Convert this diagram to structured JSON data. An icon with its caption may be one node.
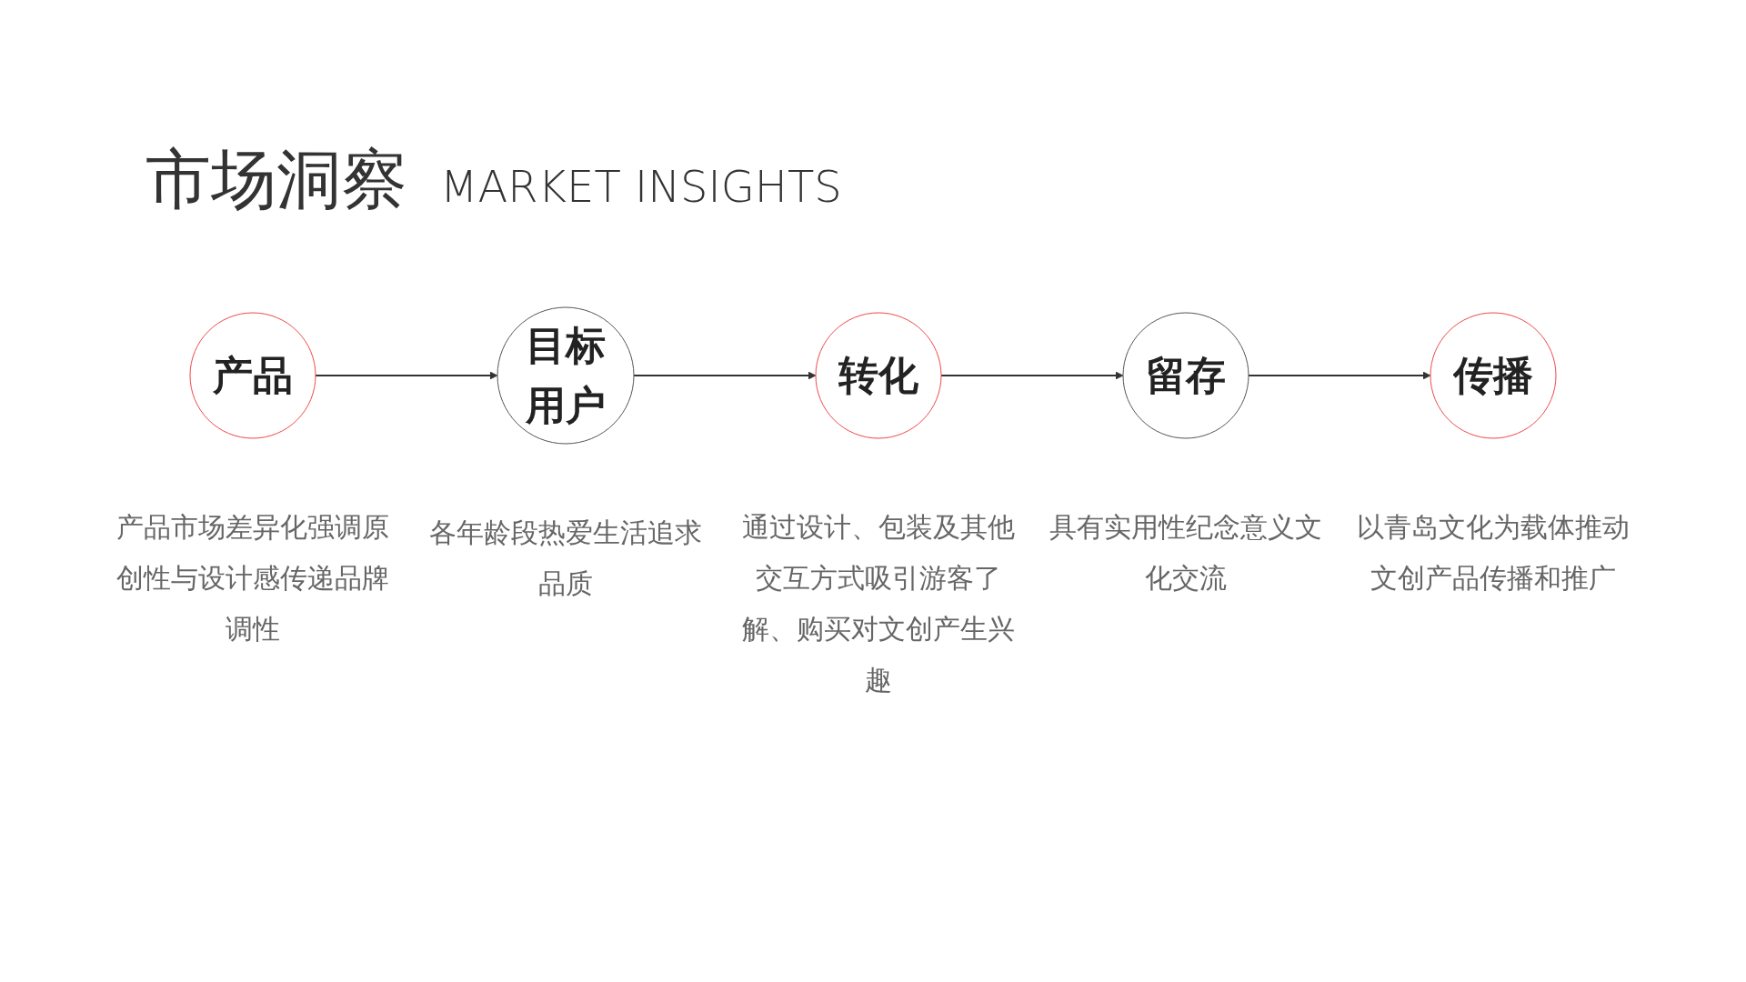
{
  "diagram": {
    "title": "市场洞察",
    "nodes": [
      {
        "text": [
          "产品"
        ],
        "beside": [
          "产品市场差异化强调原创性与设计感传递品牌调性"
        ]
      },
      {
        "text": [
          "目标用户"
        ],
        "beside": [
          "各年龄段热爱生活追求品质"
        ]
      },
      {
        "text": [
          "转化"
        ],
        "beside": [
          "通过设计、包装及其他交互方式吸引游客了解、购买对文创产生兴趣"
        ]
      },
      {
        "text": [
          "留存"
        ],
        "beside": [
          "具有实用性纪念意义文化交流"
        ]
      },
      {
        "text": [
          "传播"
        ],
        "beside": [
          "以青岛文化为载体推动文创产品传播和推广"
        ]
      }
    ],
    "edges": [
      {
        "from": 0,
        "to": 1,
        "arrow": "to"
      },
      {
        "from": 1,
        "to": 2,
        "arrow": "to"
      },
      {
        "from": 2,
        "to": 3,
        "arrow": "to"
      },
      {
        "from": 3,
        "to": 4,
        "arrow": "to"
      }
    ],
    "labels": [
      "MARKET INSIGHTS"
    ]
  }
}
